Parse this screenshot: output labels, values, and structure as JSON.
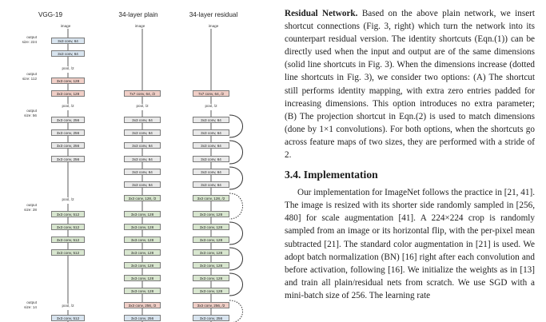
{
  "diagram": {
    "columns": {
      "vgg": "VGG-19",
      "plain": "34-layer plain",
      "residual": "34-layer residual"
    },
    "image_label": "image",
    "side_labels": [
      [
        "output",
        "size: 224"
      ],
      [
        "output",
        "size: 112"
      ],
      [
        "output",
        "size: 56"
      ],
      [
        "output",
        "size: 28"
      ],
      [
        "output",
        "size: 14"
      ]
    ],
    "vgg_blocks": [
      {
        "label": "3x3 conv, 64",
        "style": "blue"
      },
      {
        "label": "3x3 conv, 64",
        "style": "blue"
      },
      {
        "label": "pool, /2",
        "style": "pool"
      },
      {
        "label": "3x3 conv, 128",
        "style": "red"
      },
      {
        "label": "3x3 conv, 128",
        "style": "red"
      },
      {
        "label": "pool, /2",
        "style": "pool"
      },
      {
        "label": "3x3 conv, 256",
        "style": "grey"
      },
      {
        "label": "3x3 conv, 256",
        "style": "grey"
      },
      {
        "label": "3x3 conv, 256",
        "style": "grey"
      },
      {
        "label": "3x3 conv, 256",
        "style": "grey"
      },
      {
        "label": "pool, /2",
        "style": "pool"
      },
      {
        "label": "3x3 conv, 512",
        "style": "green"
      },
      {
        "label": "3x3 conv, 512",
        "style": "green"
      },
      {
        "label": "3x3 conv, 512",
        "style": "green"
      },
      {
        "label": "3x3 conv, 512",
        "style": "green"
      },
      {
        "label": "pool, /2",
        "style": "pool"
      },
      {
        "label": "3x3 conv, 512",
        "style": "blue"
      }
    ],
    "plain_blocks": [
      {
        "label": "7x7 conv, 64, /2",
        "style": "red"
      },
      {
        "label": "pool, /2",
        "style": "pool"
      },
      {
        "label": "3x3 conv, 64",
        "style": "grey"
      },
      {
        "label": "3x3 conv, 64",
        "style": "grey"
      },
      {
        "label": "3x3 conv, 64",
        "style": "grey"
      },
      {
        "label": "3x3 conv, 64",
        "style": "grey"
      },
      {
        "label": "3x3 conv, 64",
        "style": "grey"
      },
      {
        "label": "3x3 conv, 64",
        "style": "grey"
      },
      {
        "label": "3x3 conv, 128, /2",
        "style": "green"
      },
      {
        "label": "3x3 conv, 128",
        "style": "green"
      },
      {
        "label": "3x3 conv, 128",
        "style": "green"
      },
      {
        "label": "3x3 conv, 128",
        "style": "green"
      },
      {
        "label": "3x3 conv, 128",
        "style": "green"
      },
      {
        "label": "3x3 conv, 128",
        "style": "green"
      },
      {
        "label": "3x3 conv, 128",
        "style": "green"
      },
      {
        "label": "3x3 conv, 128",
        "style": "green"
      },
      {
        "label": "3x3 conv, 256, /2",
        "style": "red"
      },
      {
        "label": "3x3 conv, 256",
        "style": "blue"
      }
    ],
    "residual_blocks": [
      {
        "label": "7x7 conv, 64, /2",
        "style": "red"
      },
      {
        "label": "pool, /2",
        "style": "pool"
      },
      {
        "label": "3x3 conv, 64",
        "style": "grey"
      },
      {
        "label": "3x3 conv, 64",
        "style": "grey"
      },
      {
        "label": "3x3 conv, 64",
        "style": "grey"
      },
      {
        "label": "3x3 conv, 64",
        "style": "grey"
      },
      {
        "label": "3x3 conv, 64",
        "style": "grey"
      },
      {
        "label": "3x3 conv, 64",
        "style": "grey"
      },
      {
        "label": "3x3 conv, 128, /2",
        "style": "green"
      },
      {
        "label": "3x3 conv, 128",
        "style": "green"
      },
      {
        "label": "3x3 conv, 128",
        "style": "green"
      },
      {
        "label": "3x3 conv, 128",
        "style": "green"
      },
      {
        "label": "3x3 conv, 128",
        "style": "green"
      },
      {
        "label": "3x3 conv, 128",
        "style": "green"
      },
      {
        "label": "3x3 conv, 128",
        "style": "green"
      },
      {
        "label": "3x3 conv, 128",
        "style": "green"
      },
      {
        "label": "3x3 conv, 256, /2",
        "style": "red"
      },
      {
        "label": "3x3 conv, 256",
        "style": "blue"
      }
    ]
  },
  "text": {
    "p1_bold": "Residual Network.",
    "p1": " Based on the above plain network, we insert shortcut connections (Fig. 3, right) which turn the network into its counterpart residual version. The identity shortcuts (Eqn.(1)) can be directly used when the input and output are of the same dimensions (solid line shortcuts in Fig. 3). When the dimensions increase (dotted line shortcuts in Fig. 3), we consider two options: (A) The shortcut still performs identity mapping, with extra zero entries padded for increasing dimensions. This option introduces no extra parameter; (B) The projection shortcut in Eqn.(2) is used to match dimensions (done by 1×1 convolutions). For both options, when the shortcuts go across feature maps of two sizes, they are performed with a stride of 2.",
    "section": "3.4. Implementation",
    "p2": "Our implementation for ImageNet follows the practice in [21, 41]. The image is resized with its shorter side randomly sampled in [256, 480] for scale augmentation [41]. A 224×224 crop is randomly sampled from an image or its horizontal flip, with the per-pixel mean subtracted [21]. The standard color augmentation in [21] is used. We adopt batch normalization (BN) [16] right after each convolution and before activation, following [16]. We initialize the weights as in [13] and train all plain/residual nets from scratch. We use SGD with a mini-batch size of 256. The learning rate"
  }
}
